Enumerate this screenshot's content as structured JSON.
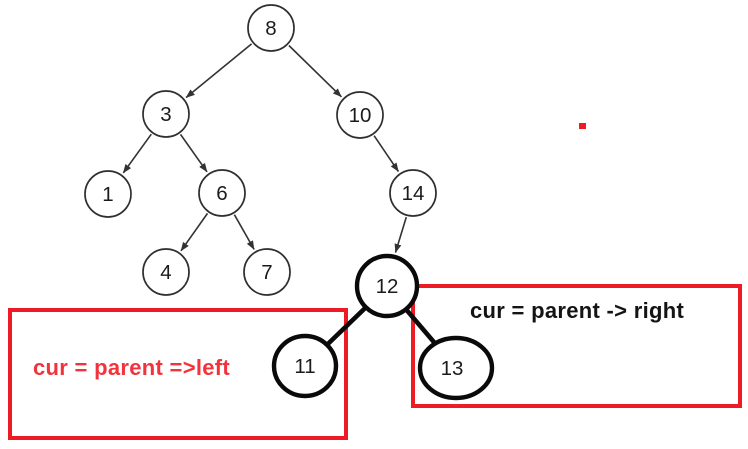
{
  "tree": {
    "nodes": [
      {
        "value": "8"
      },
      {
        "value": "3"
      },
      {
        "value": "10"
      },
      {
        "value": "1"
      },
      {
        "value": "6"
      },
      {
        "value": "14"
      },
      {
        "value": "4"
      },
      {
        "value": "7"
      },
      {
        "value": "12"
      },
      {
        "value": "11"
      },
      {
        "value": "13"
      }
    ],
    "edges": [
      [
        "8",
        "3"
      ],
      [
        "8",
        "10"
      ],
      [
        "3",
        "1"
      ],
      [
        "3",
        "6"
      ],
      [
        "6",
        "4"
      ],
      [
        "6",
        "7"
      ],
      [
        "10",
        "14"
      ],
      [
        "14",
        "12"
      ],
      [
        "12",
        "11"
      ],
      [
        "12",
        "13"
      ]
    ],
    "highlighted_nodes": [
      "12",
      "11",
      "13"
    ]
  },
  "annotations": {
    "left_box_label": "cur = parent =>left",
    "right_box_label": "cur = parent -> right"
  },
  "colors": {
    "box-red": "#ed1c24",
    "red-text": "#f2333c",
    "node-stroke": "#2f2f2f",
    "thick-stroke": "#0a0a0a",
    "edge-color": "#333333",
    "label-color": "#1b1b1d"
  }
}
